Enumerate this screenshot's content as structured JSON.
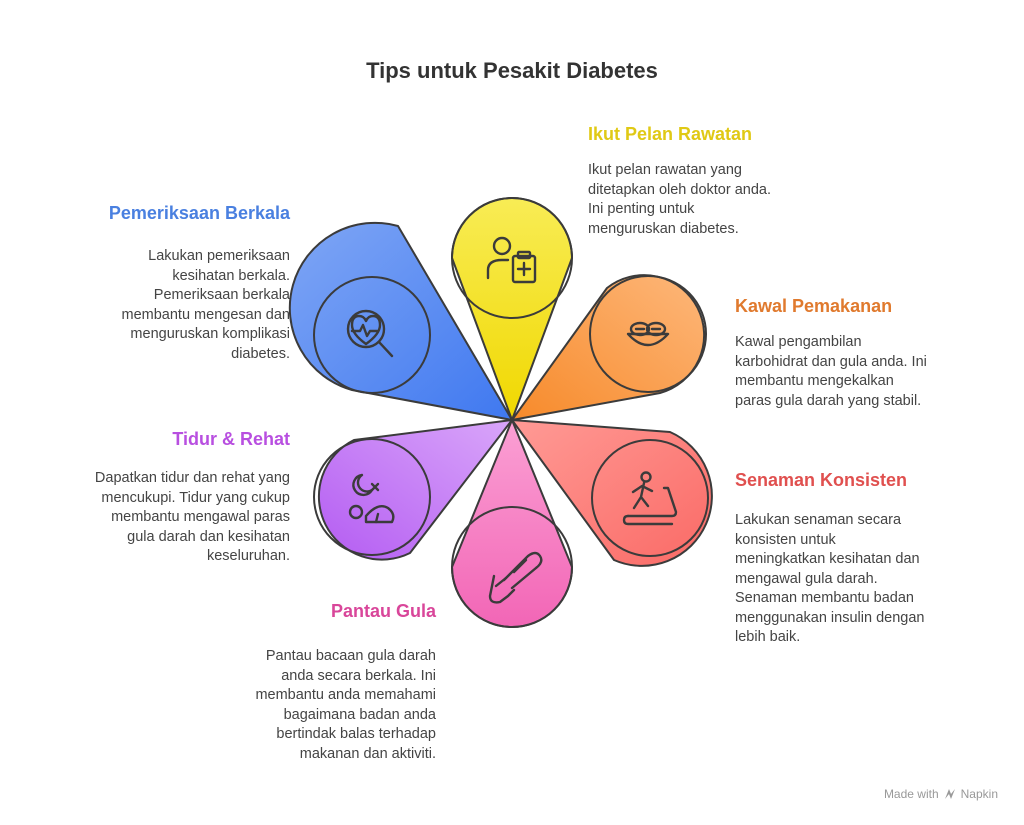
{
  "title": "Tips untuk Pesakit Diabetes",
  "footer": {
    "made_with": "Made with",
    "brand": "Napkin"
  },
  "petals": [
    {
      "id": "ikut-pelan-rawatan",
      "label": "Ikut Pelan Rawatan",
      "color": "#E8D21C",
      "fill": "#F5E63A",
      "desc": [
        "Ikut pelan rawatan yang",
        "ditetapkan oleh doktor anda.",
        "Ini penting untuk",
        "menguruskan diabetes."
      ],
      "icon": "clipboard-doctor-icon"
    },
    {
      "id": "kawal-pemakanan",
      "label": "Kawal Pemakanan",
      "color": "#E07A2E",
      "fill": "#FBA35A",
      "desc": [
        "Kawal pengambilan",
        "karbohidrat dan gula anda. Ini",
        "membantu mengekalkan",
        "paras gula darah yang stabil."
      ],
      "icon": "food-bowl-icon"
    },
    {
      "id": "senaman-konsisten",
      "label": "Senaman Konsisten",
      "color": "#E0504F",
      "fill": "#FB7F7C",
      "desc": [
        "Lakukan senaman secara",
        "konsisten untuk",
        "meningkatkan kesihatan dan",
        "mengawal gula darah.",
        "Senaman membantu badan",
        "menggunakan insulin dengan",
        "lebih baik."
      ],
      "icon": "treadmill-icon"
    },
    {
      "id": "pantau-gula",
      "label": "Pantau Gula",
      "color": "#D9469A",
      "fill": "#F27BC0",
      "desc": [
        "Pantau bacaan gula darah",
        "anda secara berkala. Ini",
        "membantu anda memahami",
        "bagaimana badan anda",
        "bertindak balas terhadap",
        "makanan dan aktiviti."
      ],
      "icon": "glucose-meter-icon"
    },
    {
      "id": "tidur-rehat",
      "label": "Tidur & Rehat",
      "color": "#B84FE0",
      "fill": "#C680F5",
      "desc": [
        "Dapatkan tidur dan rehat yang",
        "mencukupi. Tidur yang cukup",
        "membantu mengawal paras",
        "gula darah dan kesihatan",
        "keseluruhan."
      ],
      "icon": "sleep-icon"
    },
    {
      "id": "pemeriksaan-berkala",
      "label": "Pemeriksaan Berkala",
      "color": "#4A80E0",
      "fill": "#6E98F2",
      "desc": [
        "Lakukan pemeriksaan",
        "kesihatan berkala.",
        "Pemeriksaan berkala",
        "membantu mengesan dan",
        "menguruskan komplikasi",
        "diabetes."
      ],
      "icon": "heart-magnifier-icon"
    }
  ]
}
